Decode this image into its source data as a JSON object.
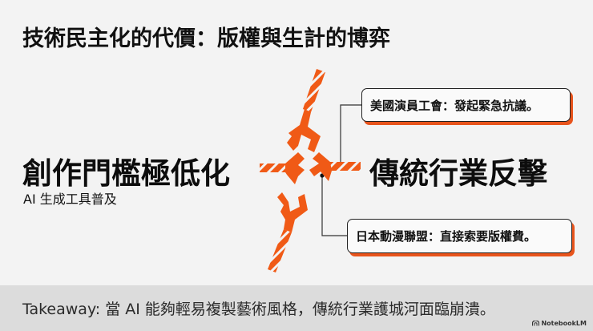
{
  "slide": {
    "title": "技術民主化的代價：版權與生計的博弈",
    "left": {
      "heading": "創作門檻極低化",
      "subheading": "AI 生成工具普及"
    },
    "right": {
      "heading": "傳統行業反擊"
    },
    "callouts": [
      {
        "text": "美國演員工會：發起緊急抗議。"
      },
      {
        "text": "日本動漫聯盟：直接索要版權費。"
      }
    ],
    "emblem": {
      "icon": "broken-rope-cross-icon",
      "color": "#f05a16"
    },
    "accent_color": "#e8541c"
  },
  "footer": {
    "takeaway": "Takeaway: 當 AI 能夠輕易複製藝術風格，傳統行業護城河面臨崩潰。",
    "brand": "NotebookLM",
    "background": "#dcdcdc"
  }
}
